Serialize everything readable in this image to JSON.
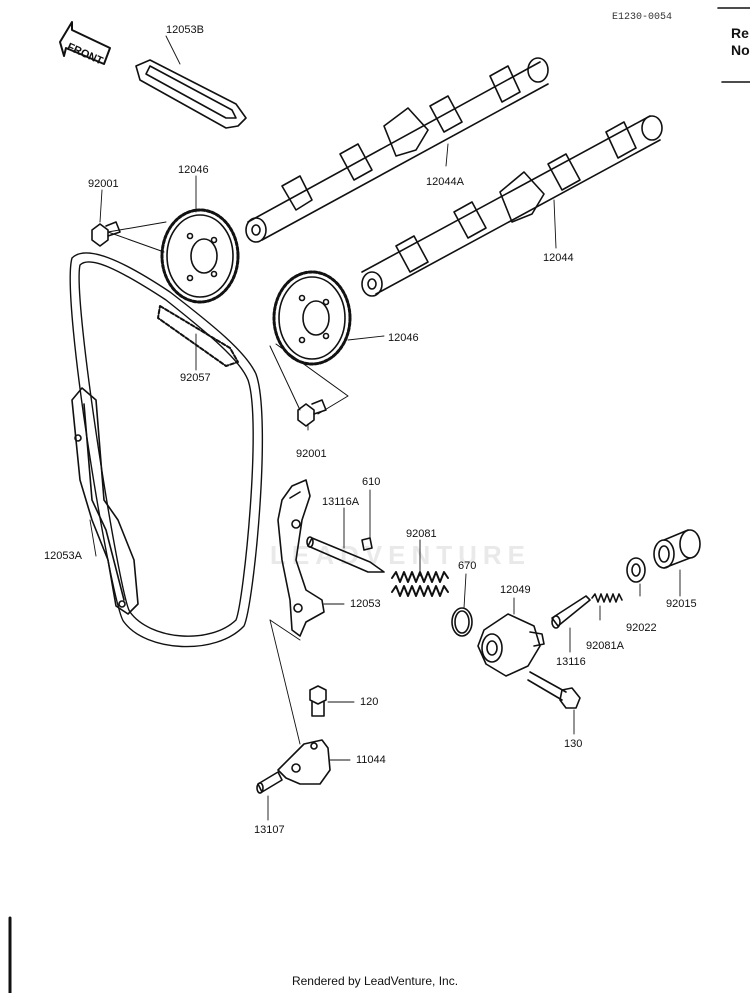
{
  "header": {
    "code": "E1230-0054"
  },
  "side_text": {
    "line1": "Re",
    "line2": "No"
  },
  "front_arrow": {
    "label": "FRONT"
  },
  "parts": [
    {
      "id": "12053B"
    },
    {
      "id": "12046"
    },
    {
      "id": "92001"
    },
    {
      "id": "12044A"
    },
    {
      "id": "12044"
    },
    {
      "id": "12046"
    },
    {
      "id": "92057"
    },
    {
      "id": "92001"
    },
    {
      "id": "610"
    },
    {
      "id": "13116A"
    },
    {
      "id": "92081"
    },
    {
      "id": "670"
    },
    {
      "id": "12049"
    },
    {
      "id": "12053A"
    },
    {
      "id": "12053"
    },
    {
      "id": "92015"
    },
    {
      "id": "92022"
    },
    {
      "id": "92081A"
    },
    {
      "id": "13116"
    },
    {
      "id": "120"
    },
    {
      "id": "130"
    },
    {
      "id": "11044"
    },
    {
      "id": "13107"
    }
  ],
  "watermark": "LEADVENTURE",
  "footer": {
    "text": "Rendered by LeadVenture, Inc."
  }
}
